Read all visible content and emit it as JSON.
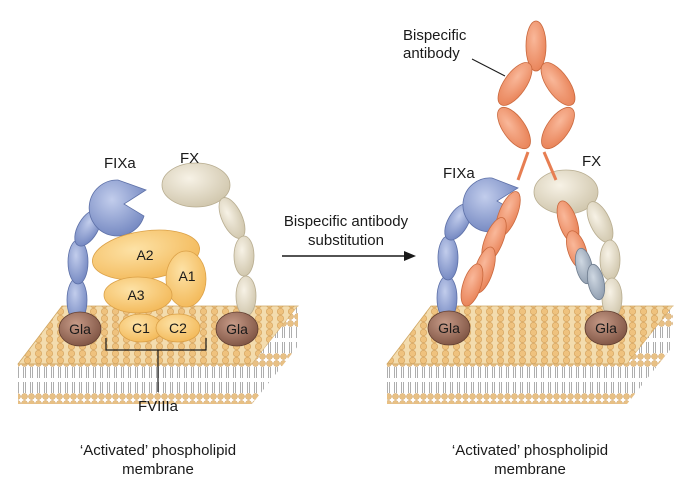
{
  "left_panel": {
    "fixa_label": "FIXa",
    "fx_label": "FX",
    "domains": {
      "a1": "A1",
      "a2": "A2",
      "a3": "A3",
      "c1": "C1",
      "c2": "C2"
    },
    "gla_left": "Gla",
    "gla_right": "Gla",
    "fviiia_label": "FVIIIa",
    "membrane_caption_line1": "‘Activated’ phospholipid",
    "membrane_caption_line2": "membrane"
  },
  "arrow": {
    "line1": "Bispecific antibody",
    "line2": "substitution"
  },
  "right_panel": {
    "antibody_label_line1": "Bispecific",
    "antibody_label_line2": "antibody",
    "fixa_label": "FIXa",
    "fx_label": "FX",
    "gla_left": "Gla",
    "gla_right": "Gla",
    "membrane_caption_line1": "‘Activated’ phospholipid",
    "membrane_caption_line2": "membrane"
  },
  "colors": {
    "fixa_blue": "#8b9fd0",
    "fx_beige": "#e4dcc8",
    "fviiia_yellow": "#f6c56a",
    "antibody_orange": "#f0936a",
    "gla_brown": "#9b6e5c",
    "membrane_head": "#f0c98c"
  }
}
